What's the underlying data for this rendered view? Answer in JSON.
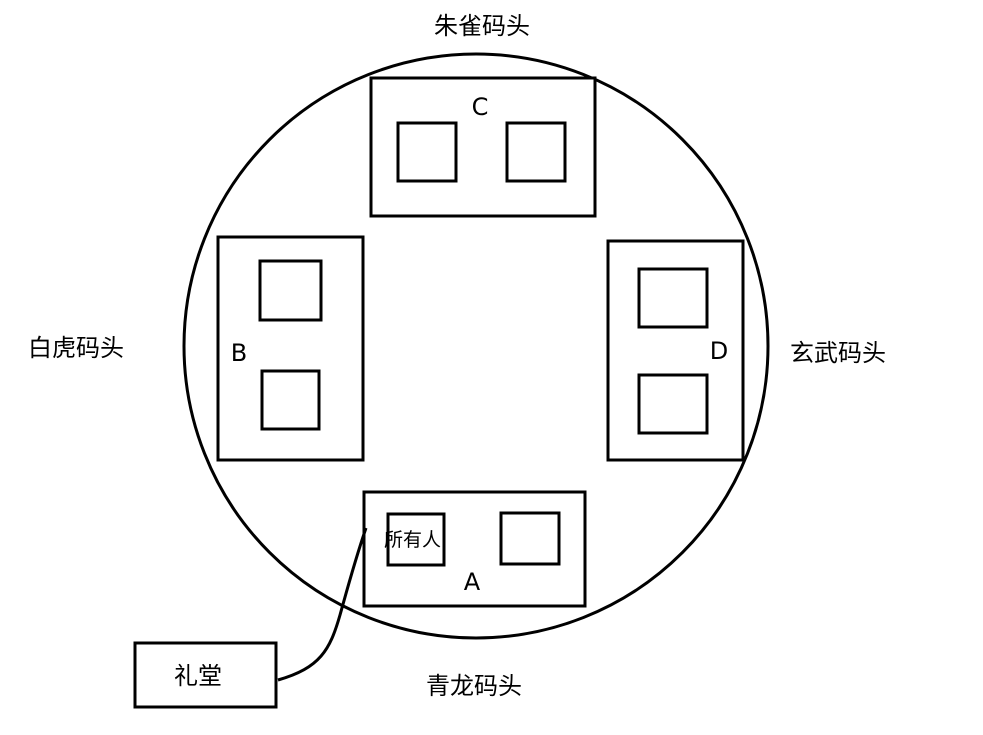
{
  "labels": {
    "north_dock": "朱雀码头",
    "west_dock": "白虎码头",
    "east_dock": "玄武码头",
    "south_dock": "青龙码头",
    "building_a": "A",
    "building_b": "B",
    "building_c": "C",
    "building_d": "D",
    "everyone": "所有人",
    "auditorium": "礼堂"
  },
  "colors": {
    "stroke": "#000000",
    "background": "#ffffff"
  }
}
